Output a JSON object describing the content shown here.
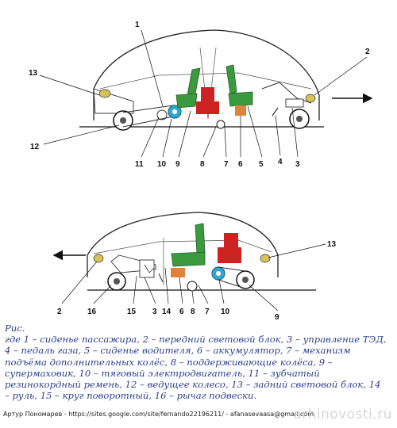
{
  "top_labels": [
    "1",
    "2",
    "13",
    "12",
    "11",
    "10",
    "9",
    "8",
    "7",
    "6",
    "5",
    "4",
    "3"
  ],
  "bottom_labels": [
    "13",
    "2",
    "16",
    "15",
    "3",
    "14",
    "6",
    "8",
    "7",
    "10",
    "9"
  ],
  "caption": {
    "heading": "Рис.",
    "lines": [
      "где 1 – сиденье пассажира, 2 – передний световой блок, 3 – управление ТЭД,",
      "4 – педаль газа, 5 – сиденье водителя, 6 – аккумулятор, 7 – механизм",
      "подъёма дополнительных колёс, 8 – поддерживающие колёса, 9 –",
      "супермаховик, 10 – тяговый электродвигатель, 11 – зубчатый",
      "резинокордный ремень, 12 – ведущее колесо, 13 – задний световой блок, 14",
      "– руль, 15 – круг поворотный, 16 – рычаг подвески."
    ]
  },
  "credit": "Артур Пономарев - https://sites.google.com/site/fernando22196211/ - afanasevaasa@gmail.com",
  "watermark": "arhinovosti.ru",
  "colors": {
    "seat": "#3c9a3e",
    "battery": "#cc2222",
    "motor": "#35a8cf",
    "caption": "#2d3f8e",
    "lamp": "#d8c25a"
  }
}
